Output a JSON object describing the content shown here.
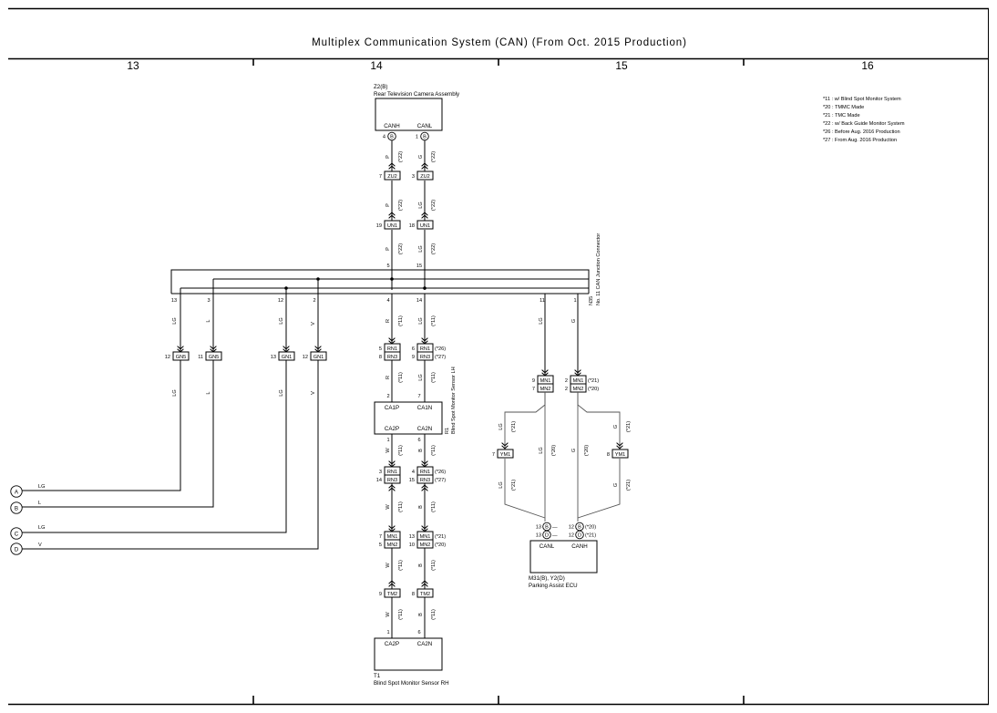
{
  "title": "Multiplex Communication System (CAN) (From Oct.  2015 Production)",
  "columns": [
    "13",
    "14",
    "15",
    "16"
  ],
  "legend": [
    "*11 : w/ Blind Spot Monitor System",
    "*20 : TMMC Made",
    "*21 : TMC Made",
    "*22 : w/ Back Guide Monitor System",
    "*26 : Before Aug.  2016 Production",
    "*27 : From Aug.  2016 Production"
  ],
  "components": {
    "camera": {
      "code": "Z2(B)",
      "name": "Rear Television Camera Assembly",
      "canh": "CANH",
      "canl": "CANL",
      "pin_canh": "4",
      "pin_canl": "1",
      "conn": "B"
    },
    "junction": {
      "code": "N35",
      "name": "No. 11 CAN Junction Connector"
    },
    "sensor_lh": {
      "code": "R1",
      "name": "Blind Spot Monitor Sensor LH",
      "p1": "CA1P",
      "n1": "CA1N",
      "p2": "CA2P",
      "n2": "CA2N",
      "pin_top_p": "2",
      "pin_top_n": "7",
      "pin_bot_p": "1",
      "pin_bot_n": "6"
    },
    "sensor_rh": {
      "code": "T1",
      "name": "Blind Spot Monitor Sensor RH",
      "p": "CA2P",
      "n": "CA2N",
      "pin_p": "1",
      "pin_n": "6"
    },
    "ecu": {
      "code": "M31(B), Y2(D)",
      "name": "Parking Assist ECU",
      "canl": "CANL",
      "canh": "CANH"
    }
  },
  "labels": {
    "dash": "—",
    "pin_5": "5",
    "pin_15": "15",
    "conn_B": "B",
    "conn_D": "D",
    "n22": "(*22)",
    "n11": "(*11)",
    "n20": "(*20)",
    "n21": "(*21)",
    "n26": "(*26)",
    "n27": "(*27)",
    "P": "P",
    "G": "G",
    "LG": "LG",
    "L": "L",
    "V": "V",
    "R": "R",
    "W": "W",
    "Bw": "B",
    "ZU2": "ZU2",
    "UN1": "UN1",
    "RN1": "RN1",
    "RN3": "RN3",
    "MN1": "MN1",
    "MN2": "MN2",
    "TM2": "TM2",
    "GN5": "GN5",
    "GN1": "GN1",
    "YM1": "YM1",
    "n1": "1",
    "n2": "2",
    "n3": "3",
    "n4": "4",
    "n5": "5",
    "n6": "6",
    "n7": "7",
    "n8": "8",
    "n9": "9",
    "n10": "10",
    "n11n": "11",
    "n12": "12",
    "n13": "13",
    "n14": "14",
    "n15": "15",
    "n18": "18",
    "n19": "19",
    "A": "A",
    "B": "B",
    "C": "C",
    "D": "D"
  }
}
